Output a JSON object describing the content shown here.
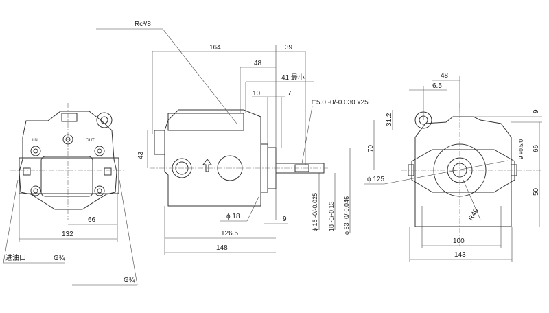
{
  "left_view": {
    "port_in": "I N",
    "port_out": "OUT",
    "dim_66": "66",
    "dim_132": "132",
    "inlet_label": "进油口",
    "inlet_thread": "G¾",
    "outlet_thread": "G¾"
  },
  "side_view": {
    "port_thread": "Rc³/8",
    "dim_164": "164",
    "dim_39": "39",
    "dim_48": "48",
    "dim_41_min": "41 最小",
    "dim_10": "10",
    "dim_7": "7",
    "key_spec": "□5.0 -0/-0.030 x25",
    "dim_43": "43",
    "dim_phi18": "ϕ 18",
    "dim_9": "9",
    "dim_126_5": "126.5",
    "dim_148": "148",
    "dim_phi16": "ϕ 16 -0/-0.025",
    "dim_18": "18 -0/-0.13",
    "dim_phi63": "ϕ 63 -0/-0.046"
  },
  "front_view": {
    "dim_48": "48",
    "dim_6_5": "6.5",
    "dim_31_2": "31.2",
    "dim_70": "70",
    "dim_9_top": "9",
    "dim_66": "66",
    "dim_9_tol": "9 +0.5/0",
    "dim_50": "50",
    "dim_phi125": "ϕ 125",
    "dim_r40": "R40",
    "dim_100": "100",
    "dim_143": "143"
  }
}
